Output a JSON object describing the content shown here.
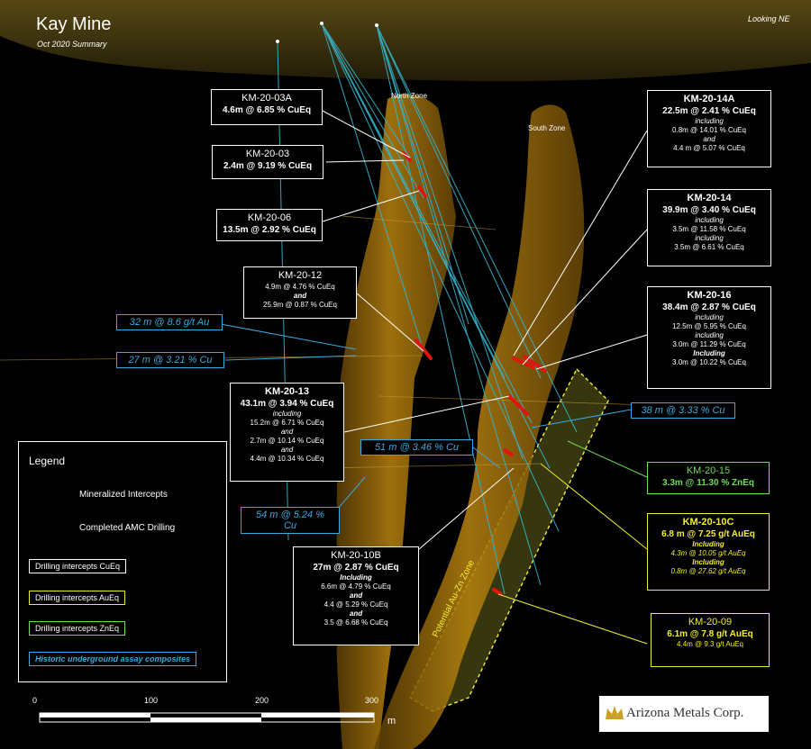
{
  "title": "Kay Mine",
  "subtitle": "Oct 2020 Summary",
  "view_direction": "Looking NE",
  "zones": {
    "north": "North Zone",
    "south": "South Zone",
    "potential": "Potential Au-Zn Zone"
  },
  "colors": {
    "cueq": "#ffffff",
    "aueq": "#f3ef2a",
    "zneq": "#6fdc5a",
    "historic": "#3aa8e0",
    "intercept": "#e0150e",
    "drilling": "#34b8d0",
    "orebody": "#a9770d"
  },
  "intercepts_cueq": [
    {
      "hole": "KM-20-03A",
      "main": "4.6m @ 6.85 % CuEq"
    },
    {
      "hole": "KM-20-03",
      "main": "2.4m @ 9.19 % CuEq"
    },
    {
      "hole": "KM-20-06",
      "main": "13.5m @ 2.92 % CuEq"
    },
    {
      "hole": "KM-20-12",
      "lines": [
        "4.9m @ 4.76 % CuEq",
        "and",
        "25.9m @ 0.87 % CuEq"
      ]
    },
    {
      "hole": "KM-20-13",
      "main": "43.1m @ 3.94 % CuEq",
      "lines": [
        "including",
        "15.2m @ 6.71 % CuEq",
        "and",
        "2.7m @ 10.14 % CuEq",
        "and",
        "4.4m @ 10.34 % CuEq"
      ]
    },
    {
      "hole": "KM-20-10B",
      "main": "27m @ 2.87 % CuEq",
      "lines": [
        "Including",
        "6.6m @ 4.79 % CuEq",
        "and",
        "4.4 @ 5.29 % CuEq",
        "and",
        "3.5 @ 6.68 % CuEq"
      ]
    },
    {
      "hole": "KM-20-14A",
      "main": "22.5m @ 2.41 % CuEq",
      "lines": [
        "including",
        "0.8m @ 14.01 % CuEq",
        "and",
        "4.4 m @ 5.07 % CuEq"
      ]
    },
    {
      "hole": "KM-20-14",
      "main": "39.9m @ 3.40 % CuEq",
      "lines": [
        "including",
        "3.5m @ 11.58 % CuEq",
        "including",
        "3.5m @ 6.61 % CuEq"
      ]
    },
    {
      "hole": "KM-20-16",
      "main": "38.4m @ 2.87 % CuEq",
      "lines": [
        "including",
        "12.5m @ 5.95 % CuEq",
        "including",
        "3.0m @ 11.29 % CuEq",
        "Including",
        "3.0m @ 10.22 % CuEq"
      ]
    }
  ],
  "intercepts_zneq": [
    {
      "hole": "KM-20-15",
      "main": "3.3m @ 11.30 % ZnEq"
    }
  ],
  "intercepts_aueq": [
    {
      "hole": "KM-20-10C",
      "main": "6.8 m @ 7.25 g/t AuEq",
      "lines": [
        "Including",
        "4.3m @ 10.05 g/t AuEq",
        "Including",
        "0.8m @ 27.62 g/t AuEq"
      ]
    },
    {
      "hole": "KM-20-09",
      "main": "6.1m @ 7.8 g/t AuEq",
      "lines": [
        "4.4m @ 9.3 g/t AuEq"
      ]
    }
  ],
  "historic": [
    "32 m @ 8.6 g/t Au",
    "27 m @ 3.21 % Cu",
    "38 m @ 3.33 % Cu",
    "51 m @ 3.46 % Cu",
    "54 m @ 5.24 % Cu"
  ],
  "legend": {
    "title": "Legend",
    "mineralized": "Mineralized Intercepts",
    "drilling": "Completed AMC Drilling",
    "cueq": "Drilling intercepts CuEq",
    "aueq": "Drilling intercepts AuEq",
    "zneq": "Drilling intercepts ZnEq",
    "historic": "Historic underground assay composites"
  },
  "scale": {
    "ticks": [
      "0",
      "100",
      "200",
      "300"
    ],
    "unit": "m"
  },
  "logo": {
    "text": "Arizona Metals Corp."
  }
}
